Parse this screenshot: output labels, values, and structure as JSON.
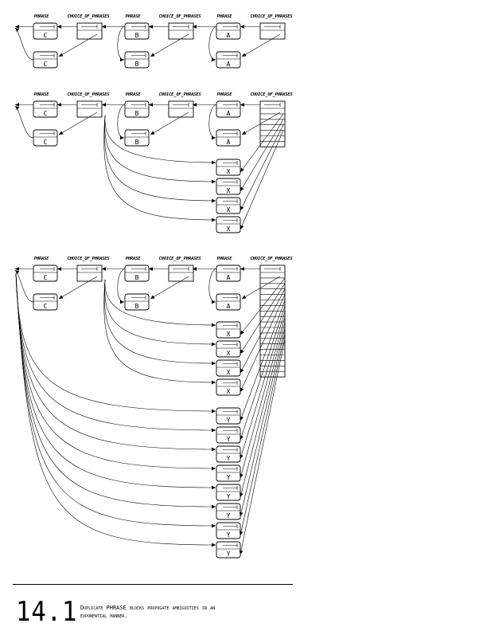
{
  "labels": {
    "phrase": "PHRASE",
    "choice": "CHOICE_OF_PHRASES"
  },
  "letters": {
    "a": "A",
    "b": "B",
    "c": "C",
    "x": "X",
    "y": "Y"
  },
  "figure": {
    "number": "14.1",
    "caption_line1": "Duplicate PHRASE blocks propogate ambiguities in an",
    "caption_line2": "exponential manner."
  }
}
